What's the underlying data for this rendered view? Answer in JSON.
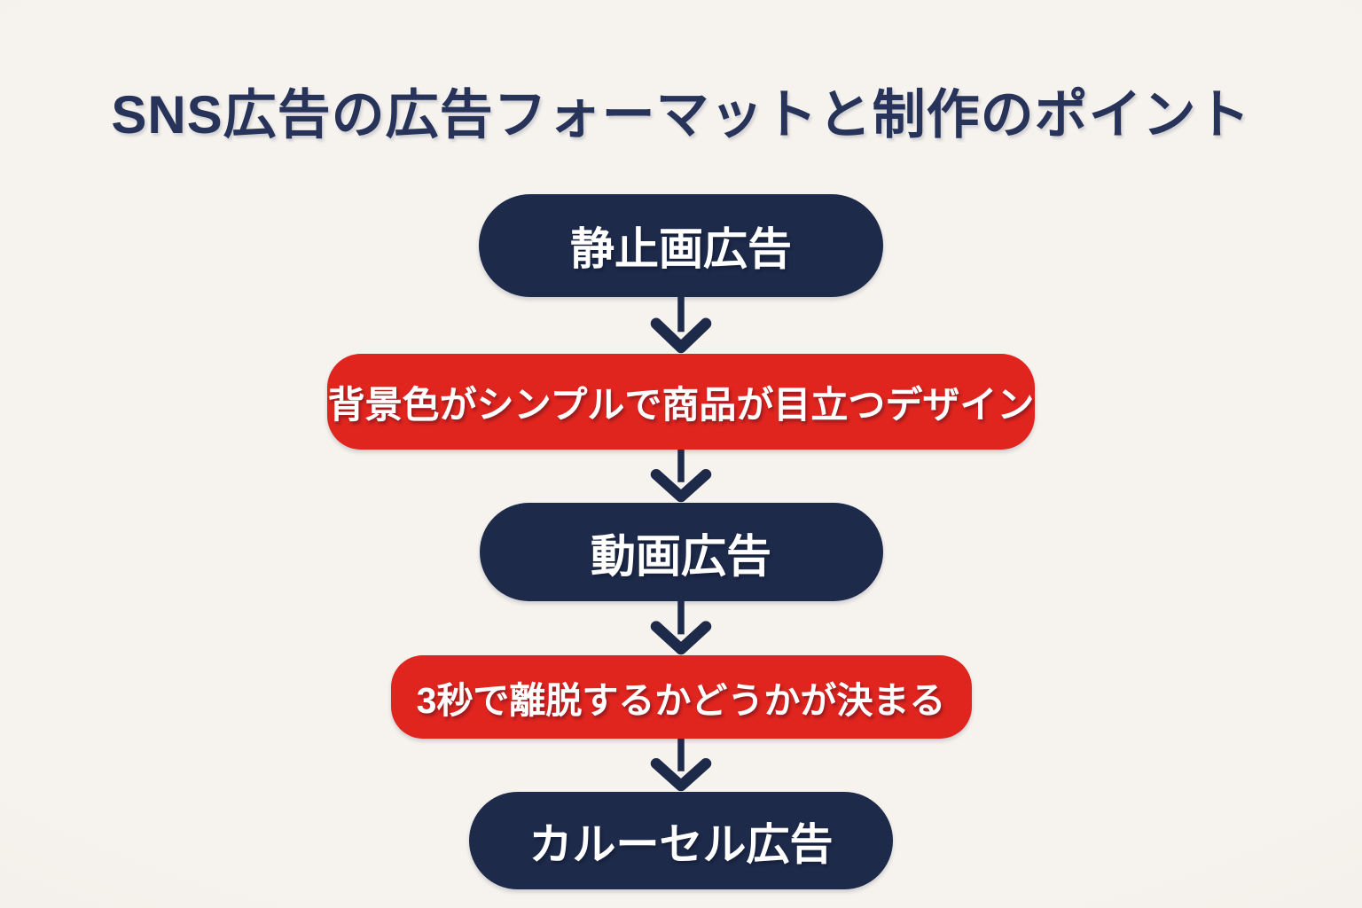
{
  "title": "SNS広告の広告フォーマットと制作のポイント",
  "colors": {
    "background": "#f4f1ec",
    "navy": "#1e2a4a",
    "red": "#e0241e",
    "title_text": "#28335a",
    "node_text": "#ffffff"
  },
  "icons": {
    "connector": "arrow-down-icon"
  },
  "flow": {
    "nodes": [
      {
        "type": "format",
        "color": "#1e2a4a",
        "label": "静止画広告"
      },
      {
        "type": "point",
        "color": "#e0241e",
        "label": "背景色がシンプルで商品が目立つデザイン"
      },
      {
        "type": "format",
        "color": "#1e2a4a",
        "label": "動画広告"
      },
      {
        "type": "point",
        "color": "#e0241e",
        "label": "3秒で離脱するかどうかが決まる"
      },
      {
        "type": "format",
        "color": "#1e2a4a",
        "label": "カルーセル広告"
      }
    ]
  }
}
